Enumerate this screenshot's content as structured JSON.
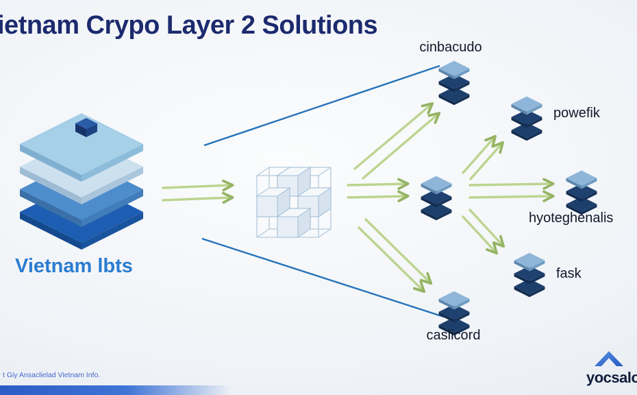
{
  "title": "ietnam Crypo Layer 2 Solutions",
  "source": {
    "label": "Vietnam lbts"
  },
  "nodes": {
    "cinbacudo": {
      "label": "cinbacudo"
    },
    "powefik": {
      "label": "powefik"
    },
    "hyoteghenalis": {
      "label": "hyoteghenalis"
    },
    "fask": {
      "label": "fask"
    },
    "caslicord": {
      "label": "caslicord"
    }
  },
  "edges": [
    {
      "from": "vietnam-lbts",
      "to": "lattice",
      "style": "green-double-arrow"
    },
    {
      "from": "lattice",
      "to": "center-node",
      "style": "green-double-arrow"
    },
    {
      "from": "lattice",
      "to": "cinbacudo",
      "style": "green-double-arrow"
    },
    {
      "from": "lattice",
      "to": "caslicord",
      "style": "green-double-arrow"
    },
    {
      "from": "center-node",
      "to": "powefik",
      "style": "green-double-arrow"
    },
    {
      "from": "center-node",
      "to": "hyoteghenalis",
      "style": "green-double-arrow"
    },
    {
      "from": "center-node",
      "to": "fask",
      "style": "green-double-arrow"
    },
    {
      "from": "source-area",
      "to": "cinbacudo",
      "style": "blue-line"
    },
    {
      "from": "source-area",
      "to": "caslicord",
      "style": "blue-line"
    }
  ],
  "footer": {
    "left_text": "t Giy Ansaclielad Vietnam Info.",
    "brand": "yocsalo"
  },
  "colors": {
    "title": "#1c2a6e",
    "source_label": "#2a7cd0",
    "node_label": "#12182a",
    "arrow_green": "#bcd48e",
    "arrow_outline": "#95b464",
    "line_blue": "#2472ba",
    "layer_steel_blue": "#8fb6d9",
    "layer_dark_navy": "#1d3f6c",
    "stack_blues": [
      "#a6cfe8",
      "#cde0ee",
      "#4e8dcb",
      "#1d5db2"
    ],
    "footer_bar_blue": "#2c5cc4"
  }
}
